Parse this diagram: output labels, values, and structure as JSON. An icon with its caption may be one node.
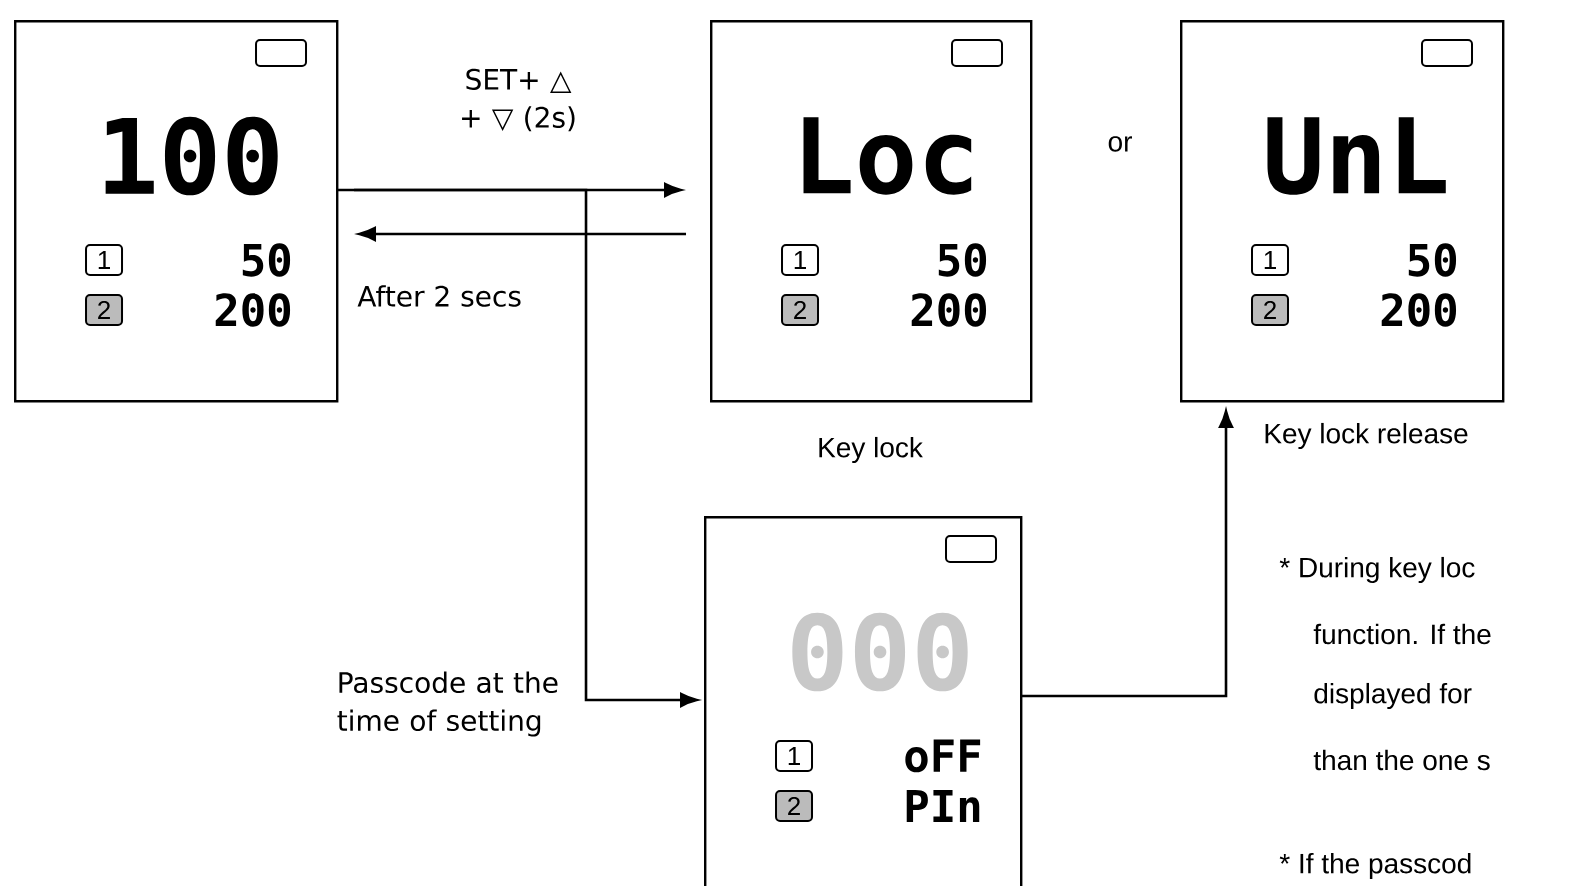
{
  "diagram": {
    "nodes": [
      {
        "text": [
          "100",
          "1",
          "50",
          "2",
          "200"
        ]
      },
      {
        "text": [
          "Loc",
          "1",
          "50",
          "2",
          "200"
        ],
        "beside": [
          "Key lock"
        ]
      },
      {
        "text": [
          "UnL",
          "1",
          "50",
          "2",
          "200"
        ],
        "beside": [
          "Key lock release"
        ]
      },
      {
        "text": [
          "000",
          "1",
          "oFF",
          "2",
          "PIn"
        ]
      }
    ],
    "edges": [
      {
        "from": 0,
        "to": 1,
        "arrow": "to",
        "label": "SET+ △ + ▽ (2s)"
      },
      {
        "from": 1,
        "to": 0,
        "arrow": "to",
        "label": "After 2 secs"
      },
      {
        "from": 0,
        "to": 3,
        "arrow": "to",
        "label": "Passcode at the time of setting"
      },
      {
        "from": 3,
        "to": 2,
        "arrow": "to"
      }
    ],
    "labels": [
      "or",
      "* During key loc",
      "function. If the",
      "displayed for",
      "than the one s",
      "* If the passcod"
    ]
  }
}
